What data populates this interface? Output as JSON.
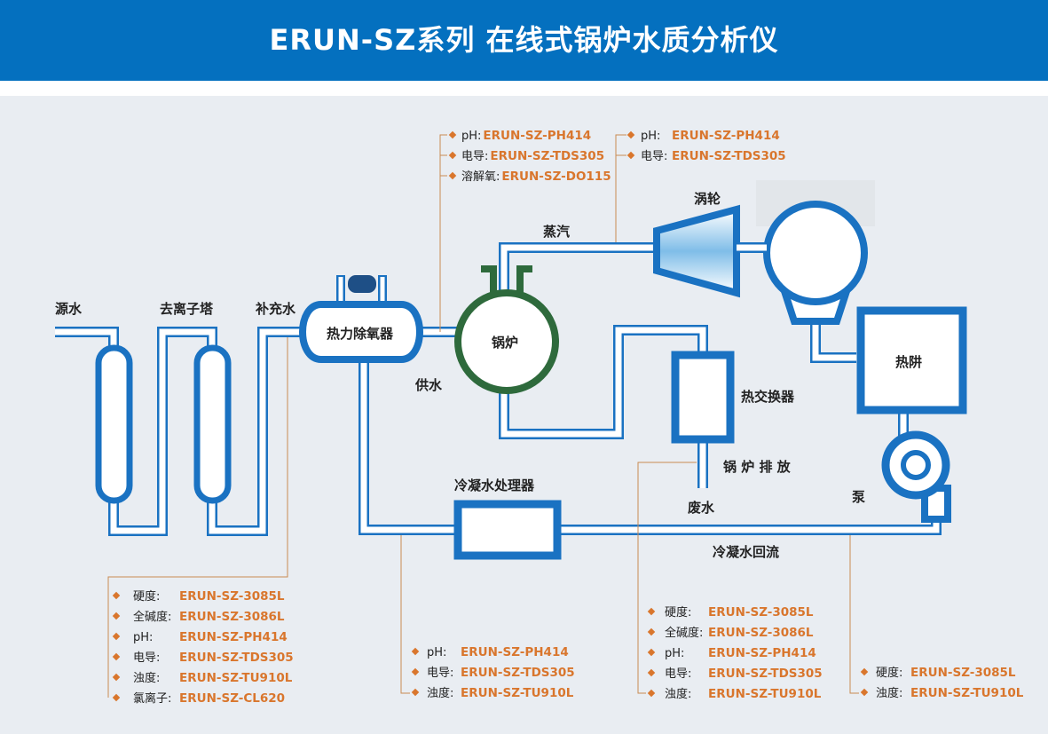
{
  "title": "ERUN-SZ系列  在线式锅炉水质分析仪",
  "labels": {
    "source_water": "源水",
    "deionizer": "去离子塔",
    "makeup_water": "补充水",
    "deaerator": "热力除氧器",
    "feed_water": "供水",
    "boiler": "锅炉",
    "steam": "蒸汽",
    "turbine": "涡轮",
    "hot_well": "热阱",
    "heat_exchanger": "热交换器",
    "blowdown": "锅 炉 排 放",
    "waste_water": "废水",
    "pump": "泵",
    "condensate_treater": "冷凝水处理器",
    "condensate_return": "冷凝水回流"
  },
  "annotations": {
    "boiler_top": [
      {
        "key": "pH:",
        "value": "ERUN-SZ-PH414"
      },
      {
        "key": "电导:",
        "value": "ERUN-SZ-TDS305"
      },
      {
        "key": "溶解氧:",
        "value": "ERUN-SZ-DO115"
      }
    ],
    "steam_top": [
      {
        "key": "pH:",
        "value": "ERUN-SZ-PH414"
      },
      {
        "key": "电导:",
        "value": "ERUN-SZ-TDS305"
      }
    ],
    "makeup_bottom": [
      {
        "key": "硬度:",
        "value": "ERUN-SZ-3085L"
      },
      {
        "key": "全碱度:",
        "value": "ERUN-SZ-3086L"
      },
      {
        "key": "pH:",
        "value": "ERUN-SZ-PH414"
      },
      {
        "key": "电导:",
        "value": "ERUN-SZ-TDS305"
      },
      {
        "key": "浊度:",
        "value": "ERUN-SZ-TU910L"
      },
      {
        "key": "氯离子:",
        "value": "ERUN-SZ-CL620"
      }
    ],
    "condensate_bottom": [
      {
        "key": "pH:",
        "value": "ERUN-SZ-PH414"
      },
      {
        "key": "电导:",
        "value": "ERUN-SZ-TDS305"
      },
      {
        "key": "浊度:",
        "value": "ERUN-SZ-TU910L"
      }
    ],
    "blowdown_bottom": [
      {
        "key": "硬度:",
        "value": "ERUN-SZ-3085L"
      },
      {
        "key": "全碱度:",
        "value": "ERUN-SZ-3086L"
      },
      {
        "key": "pH:",
        "value": "ERUN-SZ-PH414"
      },
      {
        "key": "电导:",
        "value": "ERUN-SZ-TDS305"
      },
      {
        "key": "浊度:",
        "value": "ERUN-SZ-TU910L"
      }
    ],
    "return_bottom": [
      {
        "key": "硬度:",
        "value": "ERUN-SZ-3085L"
      },
      {
        "key": "浊度:",
        "value": "ERUN-SZ-TU910L"
      }
    ]
  },
  "colors": {
    "header": "#0470bf",
    "pipe": "#1a72c2",
    "boiler": "#2e6a3c",
    "value_text": "#d9762d"
  }
}
